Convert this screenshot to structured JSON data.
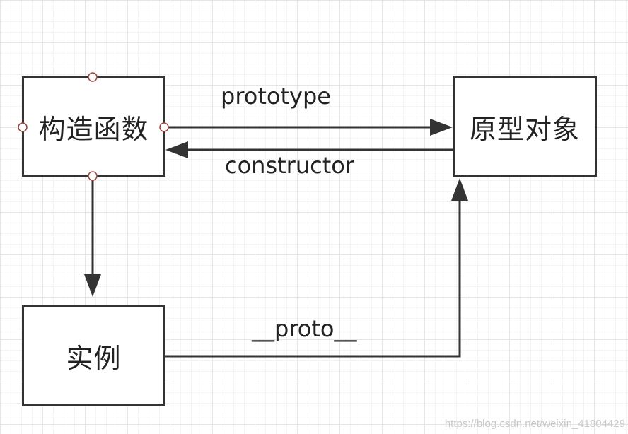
{
  "nodes": {
    "constructor": "构造函数",
    "prototype_object": "原型对象",
    "instance": "实例"
  },
  "edges": {
    "prototype": "prototype",
    "constructor": "constructor",
    "proto": "__proto__"
  },
  "watermark": "https://blog.csdn.net/weixin_41804429",
  "colors": {
    "stroke": "#333333",
    "handle": "#a0443c",
    "grid": "#e6e6e6"
  }
}
